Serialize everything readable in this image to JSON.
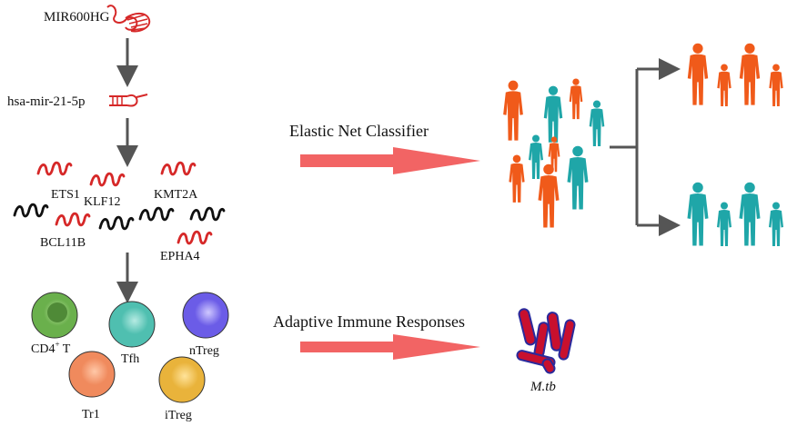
{
  "pathway": {
    "lncrna_label": "MIR600HG",
    "mirna_label": "hsa-mir-21-5p",
    "genes": [
      {
        "label": "ETS1"
      },
      {
        "label": "KLF12"
      },
      {
        "label": "KMT2A"
      },
      {
        "label": "BCL11B"
      },
      {
        "label": "EPHA4"
      }
    ]
  },
  "cells": [
    {
      "label": "CD4",
      "sup": "+",
      "suffix": " T",
      "color": "#6ab04c"
    },
    {
      "label": "Tfh",
      "sup": "",
      "suffix": "",
      "color": "#4fbfb0"
    },
    {
      "label": "nTreg",
      "sup": "",
      "suffix": "",
      "color": "#6b5ce7"
    },
    {
      "label": "Tr1",
      "sup": "",
      "suffix": "",
      "color": "#f08a5d"
    },
    {
      "label": "iTreg",
      "sup": "",
      "suffix": "",
      "color": "#e9b33b"
    }
  ],
  "arrows": {
    "classifier_label": "Elastic Net Classifier",
    "immune_label": "Adaptive Immune Responses"
  },
  "bacteria": {
    "label": "M.tb"
  },
  "colors": {
    "rna_red": "#d62828",
    "rna_black": "#111111",
    "arrow_fill": "#f26464",
    "person_orange": "#f05a1a",
    "person_teal": "#1fa6a8",
    "bacteria_fill": "#c8102e",
    "bacteria_outline": "#2a2a9c",
    "connector": "#555555"
  }
}
